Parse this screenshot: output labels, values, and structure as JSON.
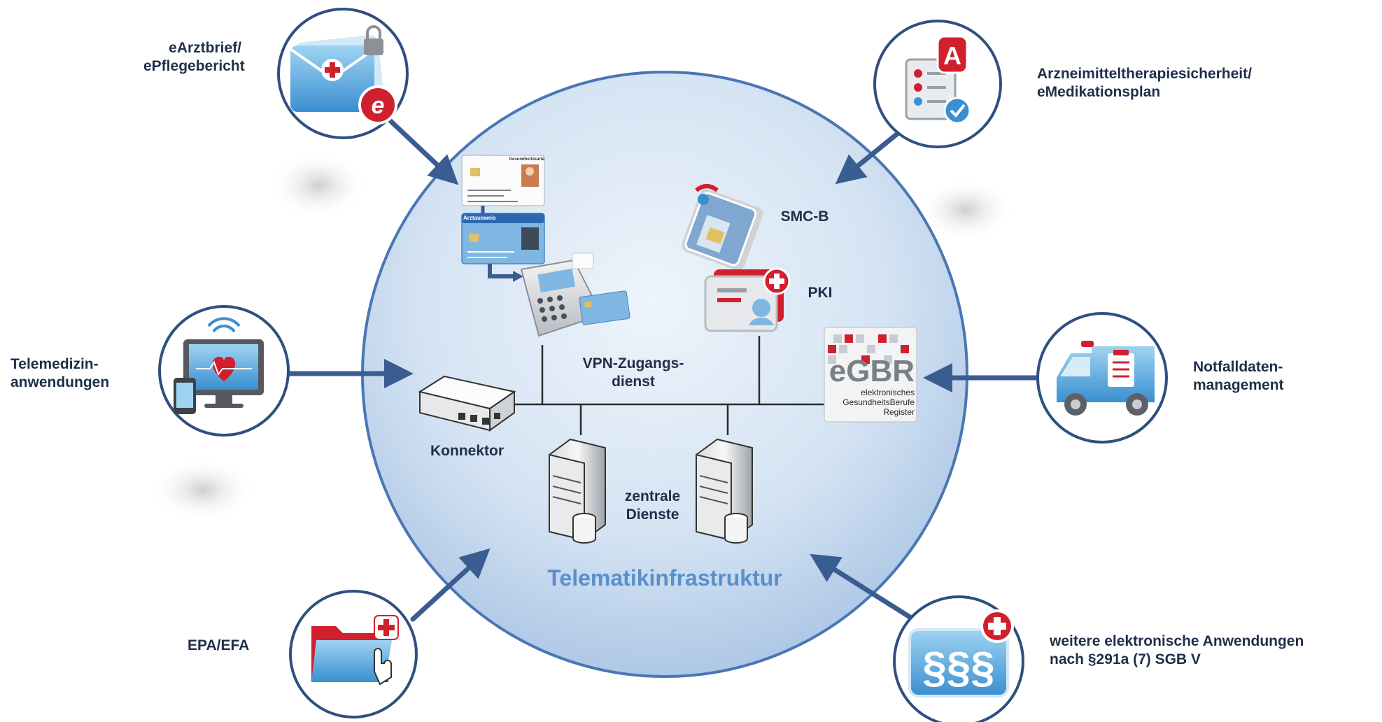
{
  "title": "Telematikinfrastruktur",
  "center": {
    "vpn_line1": "VPN-Zugangs-",
    "vpn_line2": "dienst",
    "konnektor": "Konnektor",
    "zentrale_line1": "zentrale",
    "zentrale_line2": "Dienste",
    "smcb": "SMC-B",
    "pki": "PKI"
  },
  "egbr": {
    "logo": "eGBR",
    "line1": "elektronisches",
    "line2": "GesundheitsBerufe",
    "line3": "Register"
  },
  "cards": {
    "gesundheitskarte": "Gesundheitskarte",
    "arztausweis": "Arztausweis"
  },
  "applications": {
    "earztbrief": {
      "line1": "eArztbrief/",
      "line2": "ePflegebericht",
      "icon": "envelope-e-icon"
    },
    "amts": {
      "line1": "Arzneimitteltherapiesicherheit/",
      "line2": "eMedikationsplan",
      "icon": "medication-checklist-icon"
    },
    "telemedizin": {
      "line1": "Telemedizin-",
      "line2": "anwendungen",
      "icon": "monitor-heart-icon"
    },
    "notfall": {
      "line1": "Notfalldaten-",
      "line2": "management",
      "icon": "ambulance-icon"
    },
    "epa": {
      "line1": "EPA/EFA",
      "icon": "folder-plus-icon"
    },
    "weitere": {
      "line1": "weitere elektronische Anwendungen",
      "line2": "nach §291a (7) SGB V",
      "icon": "paragraph-icon"
    }
  },
  "colors": {
    "circle_stroke": "#4a76b4",
    "arrow": "#3a5d91",
    "title": "#5b8fcb",
    "label": "#1f2f4a",
    "red": "#d0202e"
  }
}
